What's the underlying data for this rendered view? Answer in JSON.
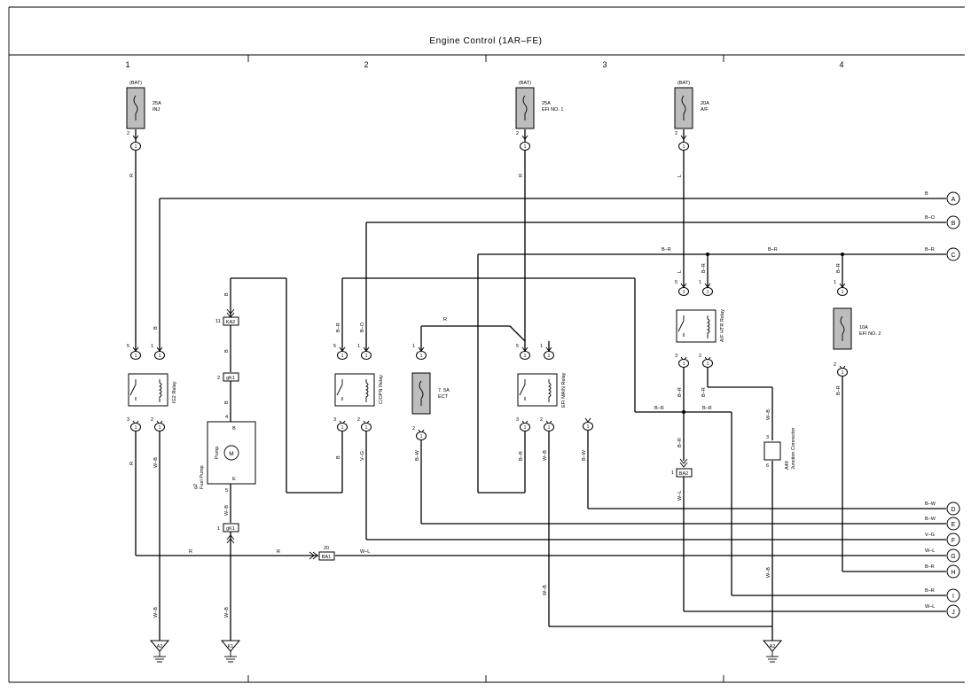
{
  "title": "Engine Control (1AR–FE)",
  "grid_columns": [
    "1",
    "2",
    "3",
    "4"
  ],
  "fuses": [
    {
      "source": "(BAT)",
      "rating": "25A",
      "name": "INJ"
    },
    {
      "source": "(BAT)",
      "rating": "25A",
      "name": "EFI NO. 1"
    },
    {
      "source": "(BAT)",
      "rating": "20A",
      "name": "A/F"
    },
    {
      "rating": "10A",
      "name": "EFI NO. 2"
    },
    {
      "rating": "7. 5A",
      "name": "ECT"
    }
  ],
  "relays": [
    {
      "name": "IG2 Relay"
    },
    {
      "name": "C/OPN Relay"
    },
    {
      "name": "EFI MAIN Relay"
    },
    {
      "name": "A/F HTR Relay"
    }
  ],
  "fuel_pump": {
    "id": "g2",
    "name": "Fuel Pump",
    "sublabel": "Pump",
    "motor": "M",
    "pin_top": "4",
    "pin_bottom": "5",
    "term_top": "B",
    "term_bottom": "E"
  },
  "junction": {
    "id": "A49",
    "name": "Junction Connector",
    "pin_top": "3",
    "pin_bottom": "6"
  },
  "connectors": [
    "KA2",
    "gK1",
    "gK1",
    "BA1",
    "BA2"
  ],
  "connector_pins": {
    "ka2": "11",
    "gk1_top": "2",
    "gk1_bottom": "1",
    "ba1": "20",
    "ba2": "1"
  },
  "grounds": [
    "A2",
    "K1",
    "A2"
  ],
  "outputs": [
    {
      "letter": "A",
      "wire": "B"
    },
    {
      "letter": "B",
      "wire": "B–O"
    },
    {
      "letter": "C",
      "wire": "B–R"
    },
    {
      "letter": "D",
      "wire": "B–W"
    },
    {
      "letter": "E",
      "wire": "B–W"
    },
    {
      "letter": "F",
      "wire": "V–G"
    },
    {
      "letter": "G",
      "wire": "W–L"
    },
    {
      "letter": "H",
      "wire": "B–R"
    },
    {
      "letter": "I",
      "wire": "B–R"
    },
    {
      "letter": "J",
      "wire": "W–L"
    }
  ],
  "wire_labels": {
    "r": "R",
    "b": "B",
    "l": "L",
    "br": "B–R",
    "bo": "B–O",
    "bw": "B–W",
    "vg": "V–G",
    "wb": "W–B",
    "wl": "W–L"
  },
  "pin": {
    "one": "1",
    "two": "2",
    "three": "3",
    "five": "5"
  }
}
